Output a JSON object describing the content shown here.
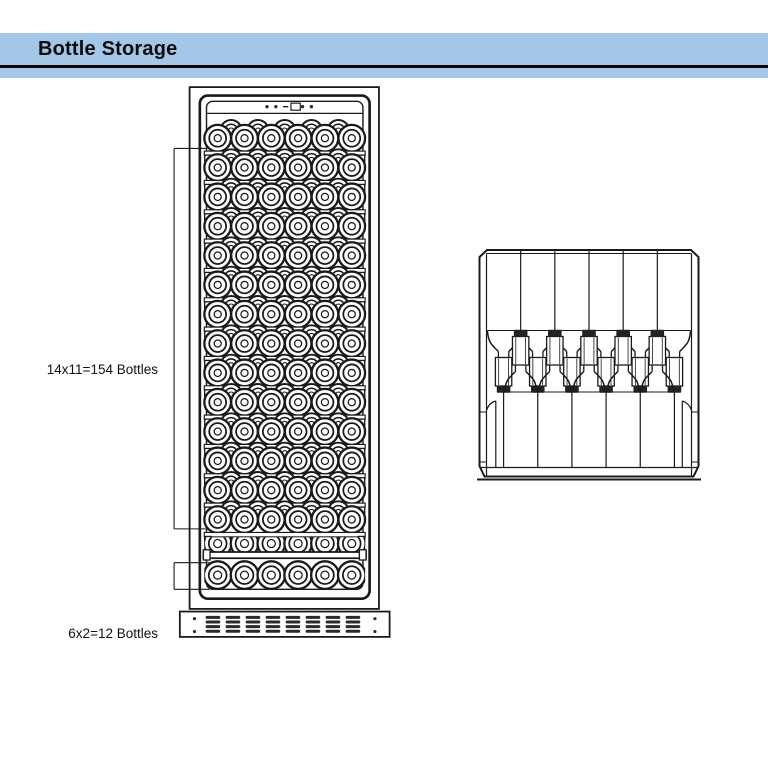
{
  "header": {
    "title": "Bottle Storage"
  },
  "annotations": {
    "main_section_label": "14x11=154 Bottles",
    "bottom_section_label": "6x2=12 Bottles"
  },
  "front_view": {
    "shelf_rows": 14,
    "bottles_front_per_row": 6,
    "bottles_back_per_row": 5,
    "display_rows": 2,
    "bottles_per_display_row": 6,
    "panel_icons": [
      "dot",
      "dot",
      "dash",
      "display",
      "dot",
      "dot"
    ],
    "vent_columns": 8,
    "vent_rows": 4
  },
  "top_view": {
    "bottles_pointing_down": 6,
    "bottles_pointing_up": 5
  },
  "colors": {
    "banner_blue": "#A4C7E8",
    "rule_black": "#0b0b0b",
    "ink": "#1a1a1a",
    "vent_fill": "#2a2a2a",
    "lip_fill": "#222222"
  }
}
